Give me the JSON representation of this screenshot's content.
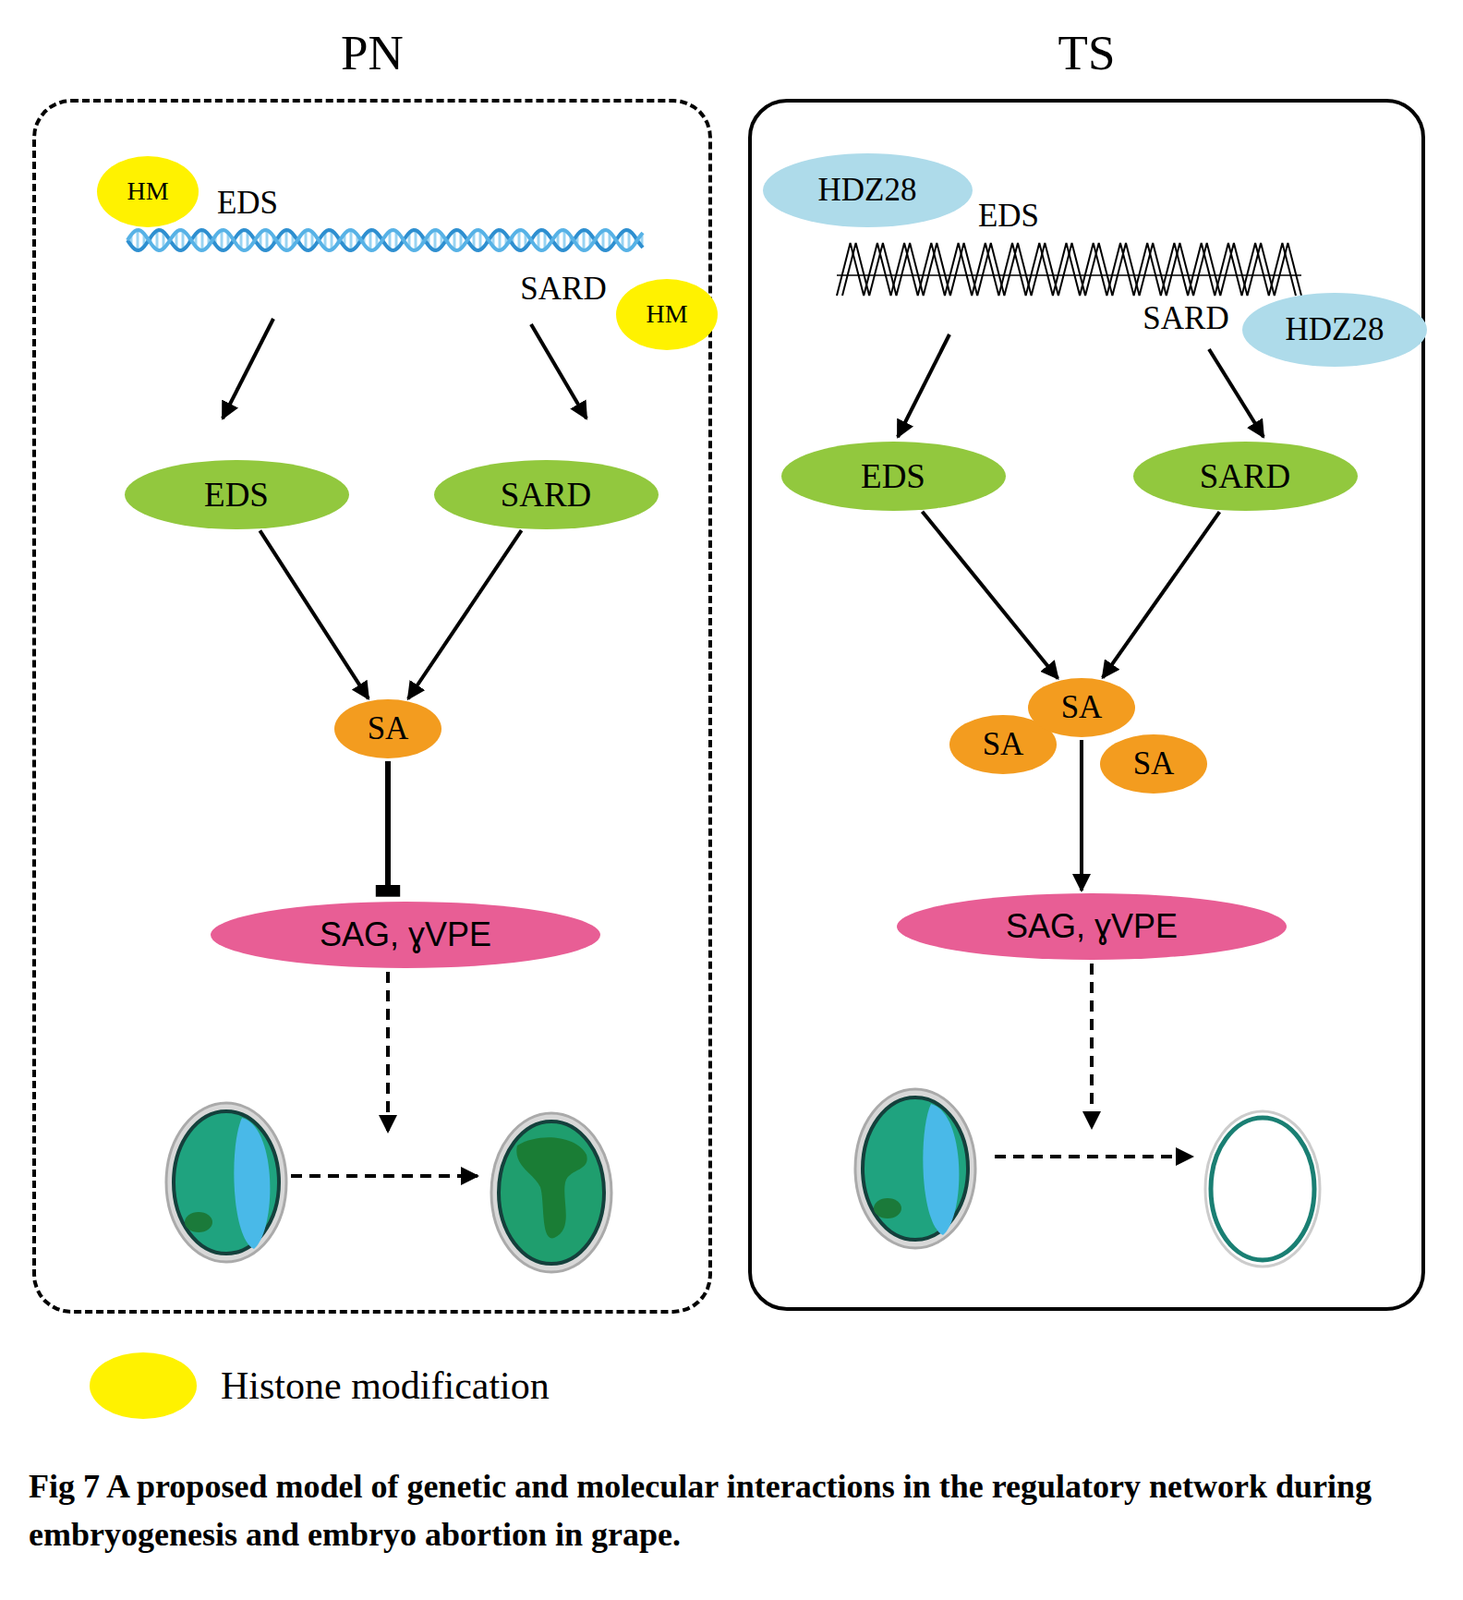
{
  "diagram": {
    "caption": "Fig 7 A proposed model of genetic and molecular interactions in the regulatory network during embryogenesis and embryo abortion in grape.",
    "nodes": [
      {
        "text": [
          "PN"
        ]
      },
      {
        "text": [
          "TS"
        ]
      },
      {
        "text": [
          "HM"
        ],
        "in": 0
      },
      {
        "text": [
          "HM"
        ],
        "in": 0
      },
      {
        "text": [
          "EDS"
        ],
        "in": 0
      },
      {
        "text": [
          "SARD"
        ],
        "in": 0
      },
      {
        "text": [
          "SA"
        ],
        "in": 0
      },
      {
        "text": [
          "SAG, ɣVPE"
        ],
        "in": 0
      },
      {
        "text": [
          "HDZ28"
        ],
        "in": 1
      },
      {
        "text": [
          "HDZ28"
        ],
        "in": 1
      },
      {
        "text": [
          "EDS"
        ],
        "in": 1
      },
      {
        "text": [
          "SARD"
        ],
        "in": 1
      },
      {
        "text": [
          "SA"
        ],
        "in": 1
      },
      {
        "text": [
          "SA"
        ],
        "in": 1
      },
      {
        "text": [
          "SA"
        ],
        "in": 1
      },
      {
        "text": [
          "SAG, ɣVPE"
        ],
        "in": 1
      }
    ],
    "edges": [
      {
        "from": 4,
        "to": 6,
        "arrow": "to"
      },
      {
        "from": 5,
        "to": 6,
        "arrow": "to"
      },
      {
        "from": 6,
        "to": 7,
        "arrow": "to"
      },
      {
        "from": 10,
        "to": 12,
        "arrow": "to"
      },
      {
        "from": 11,
        "to": 12,
        "arrow": "to"
      },
      {
        "from": 12,
        "to": 15,
        "arrow": "to"
      }
    ],
    "labels": [
      "EDS",
      "SARD",
      "EDS",
      "SARD",
      "HM"
    ],
    "legend": [
      {
        "text": "Histone modification",
        "color": "#fff200"
      }
    ]
  }
}
